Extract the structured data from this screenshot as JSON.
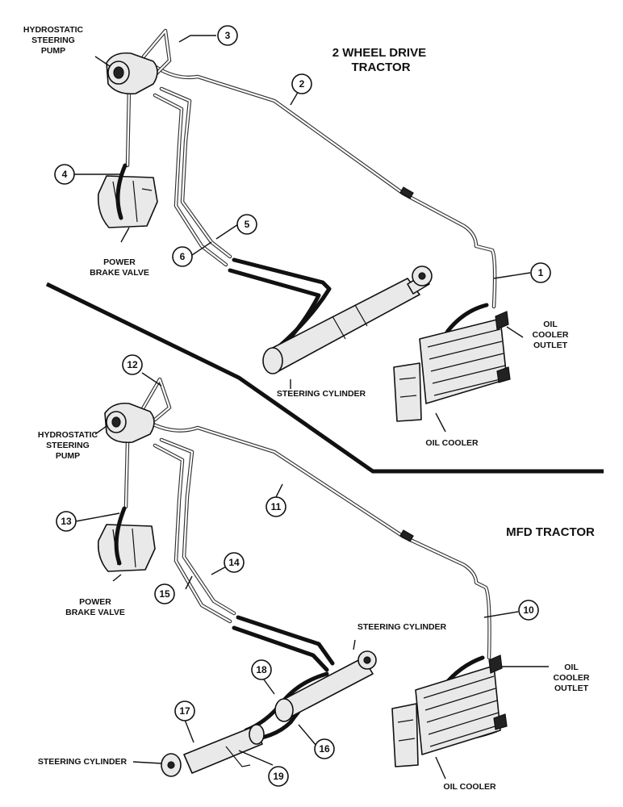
{
  "titles": {
    "top": "2 WHEEL DRIVE TRACTOR",
    "bottom": "MFD TRACTOR"
  },
  "top_labels": {
    "pump": "HYDROSTATIC STEERING PUMP",
    "brake_valve": "POWER BRAKE VALVE",
    "cylinder": "STEERING CYLINDER",
    "cooler_outlet": "OIL COOLER OUTLET",
    "cooler": "OIL COOLER"
  },
  "bottom_labels": {
    "pump": "HYDROSTATIC STEERING PUMP",
    "brake_valve": "POWER BRAKE VALVE",
    "cylinder_upper": "STEERING CYLINDER",
    "cylinder_lower": "STEERING CYLINDER",
    "cooler_outlet": "OIL COOLER OUTLET",
    "cooler": "OIL COOLER"
  },
  "callouts": [
    "1",
    "2",
    "3",
    "4",
    "5",
    "6",
    "10",
    "11",
    "12",
    "13",
    "14",
    "15",
    "16",
    "17",
    "18",
    "19"
  ]
}
